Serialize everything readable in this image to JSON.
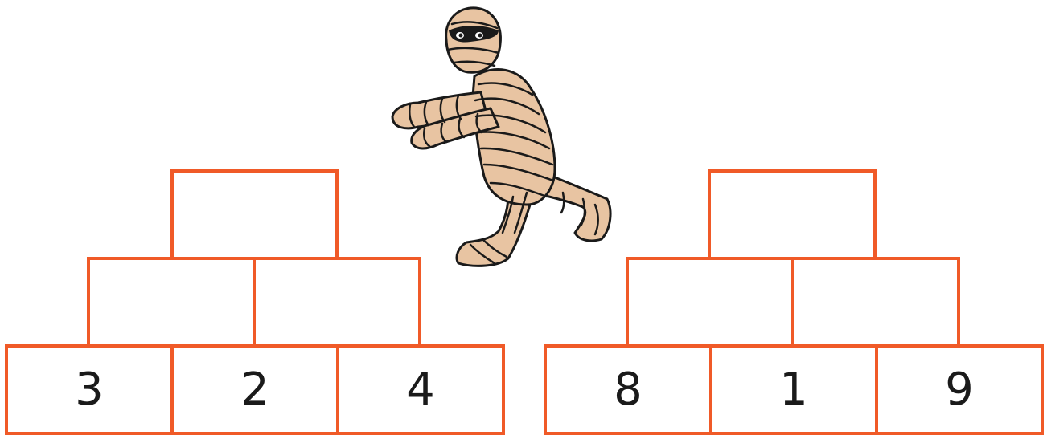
{
  "pyramids": [
    {
      "bottom": [
        "3",
        "2",
        "4"
      ],
      "middle": [
        "",
        ""
      ],
      "top": [
        ""
      ]
    },
    {
      "bottom": [
        "8",
        "1",
        "9"
      ],
      "middle": [
        "",
        ""
      ],
      "top": [
        ""
      ]
    }
  ],
  "colors": {
    "brick_border": "#f05a28",
    "mummy_wrap": "#e8c4a2",
    "mummy_line": "#1a1a1a"
  },
  "icons": [
    "mummy-icon"
  ]
}
